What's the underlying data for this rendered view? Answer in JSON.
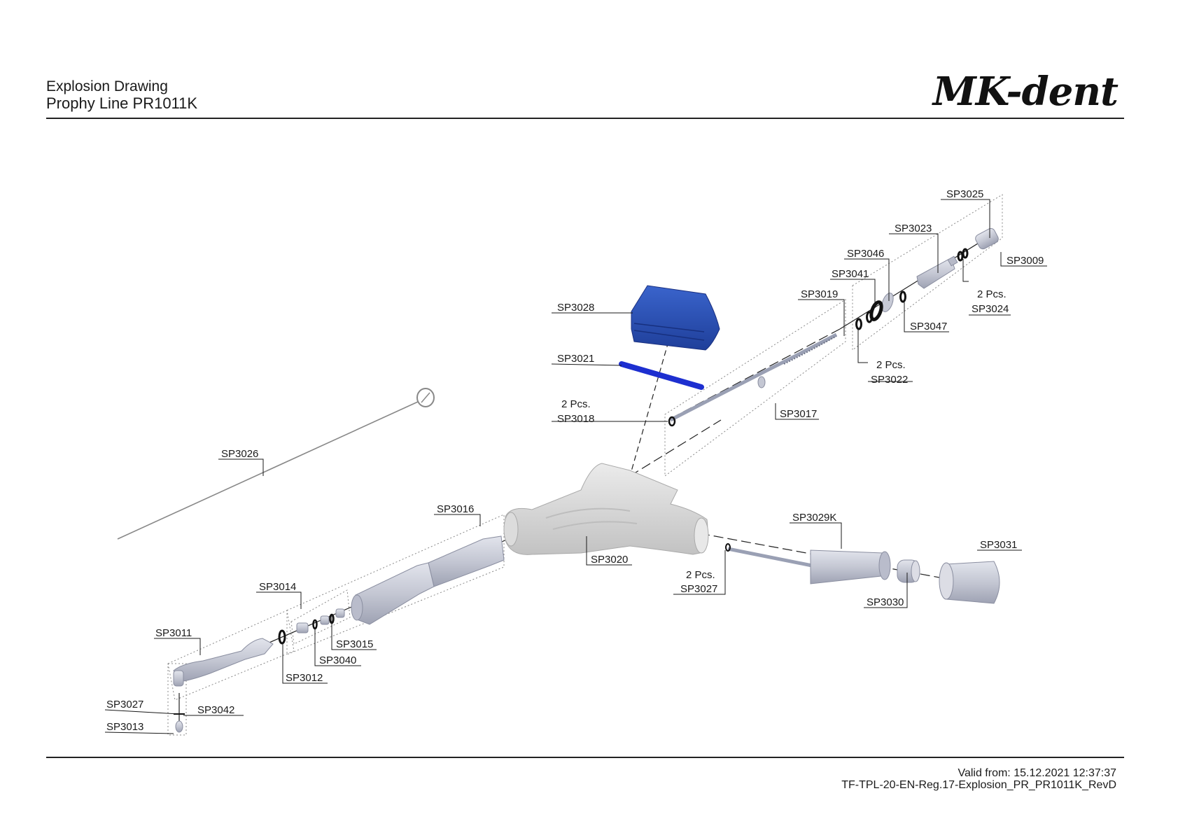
{
  "header": {
    "subtitle": "Explosion Drawing",
    "title": "Prophy Line PR1011K",
    "logo": "MK-dent"
  },
  "footer": {
    "valid_from": "Valid from: 15.12.2021 12:37:37",
    "doc_id": "TF-TPL-20-EN-Reg.17-Explosion_PR_PR1011K_RevD"
  },
  "parts": {
    "sp3025": "SP3025",
    "sp3023": "SP3023",
    "sp3009": "SP3009",
    "sp3046": "SP3046",
    "sp3041": "SP3041",
    "sp3019": "SP3019",
    "sp3024_qty": "2 Pcs.",
    "sp3024": "SP3024",
    "sp3047": "SP3047",
    "sp3028": "SP3028",
    "sp3022_qty": "2 Pcs.",
    "sp3022": "SP3022",
    "sp3021": "SP3021",
    "sp3018_qty": "2 Pcs.",
    "sp3018": "SP3018",
    "sp3017": "SP3017",
    "sp3026": "SP3026",
    "sp3016": "SP3016",
    "sp3029k": "SP3029K",
    "sp3031": "SP3031",
    "sp3020": "SP3020",
    "sp3027_qty": "2 Pcs.",
    "sp3027": "SP3027",
    "sp3014": "SP3014",
    "sp3030": "SP3030",
    "sp3011": "SP3011",
    "sp3015": "SP3015",
    "sp3040": "SP3040",
    "sp3012": "SP3012",
    "sp3027_b": "SP3027",
    "sp3042": "SP3042",
    "sp3013": "SP3013"
  },
  "colors": {
    "part_gray": "#c9ccd6",
    "body_gray": "#d6d6d6",
    "blue_part": "#2850b8",
    "blue_rod": "#1d2fd0"
  }
}
